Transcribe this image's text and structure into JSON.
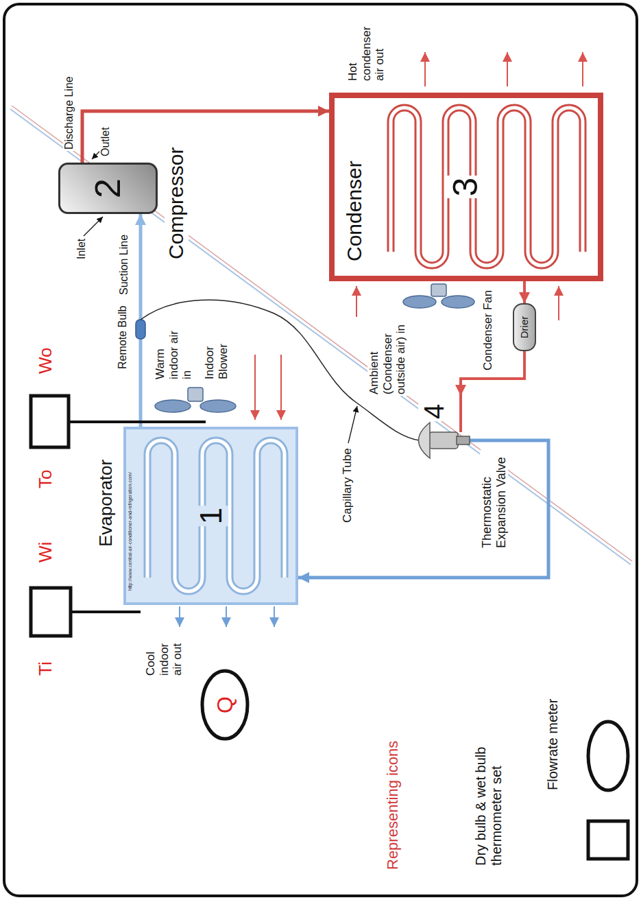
{
  "diagram": {
    "nodes": [
      {
        "text": [
          "Evaporator",
          "1"
        ]
      },
      {
        "text": [
          "2",
          "Compressor"
        ]
      },
      {
        "text": [
          "Condenser",
          "3"
        ]
      },
      {
        "text": [
          "4",
          "Thermostatic Expansion Valve"
        ]
      },
      {
        "text": [
          "Drier"
        ]
      },
      {
        "text": [
          "Q"
        ]
      }
    ],
    "edges": [
      {
        "from": 0,
        "to": 1,
        "arrow": "to",
        "label": "Suction Line"
      },
      {
        "from": 1,
        "to": 2,
        "arrow": "to",
        "label": "Discharge Line"
      },
      {
        "from": 2,
        "to": 4,
        "arrow": "to"
      },
      {
        "from": 4,
        "to": 3,
        "arrow": "to"
      },
      {
        "from": 3,
        "to": 0,
        "arrow": "to"
      }
    ],
    "labels": [
      "Outlet",
      "Inlet",
      "Remote Bulb",
      "Capillary Tube",
      "Warm indoor air in",
      "Indoor Blower",
      "Cool indoor air out",
      "Hot condenser air out",
      "Ambient (Condenser outside air) in",
      "Condenser Fan",
      "To",
      "Wo",
      "Ti",
      "Wi",
      "http://www.central-air-conditioner-and-refrigeration.com/",
      "Representing icons"
    ],
    "legend": [
      {
        "text": "Dry bulb & wet bulb thermometer set"
      },
      {
        "text": "Flowrate meter"
      }
    ]
  }
}
